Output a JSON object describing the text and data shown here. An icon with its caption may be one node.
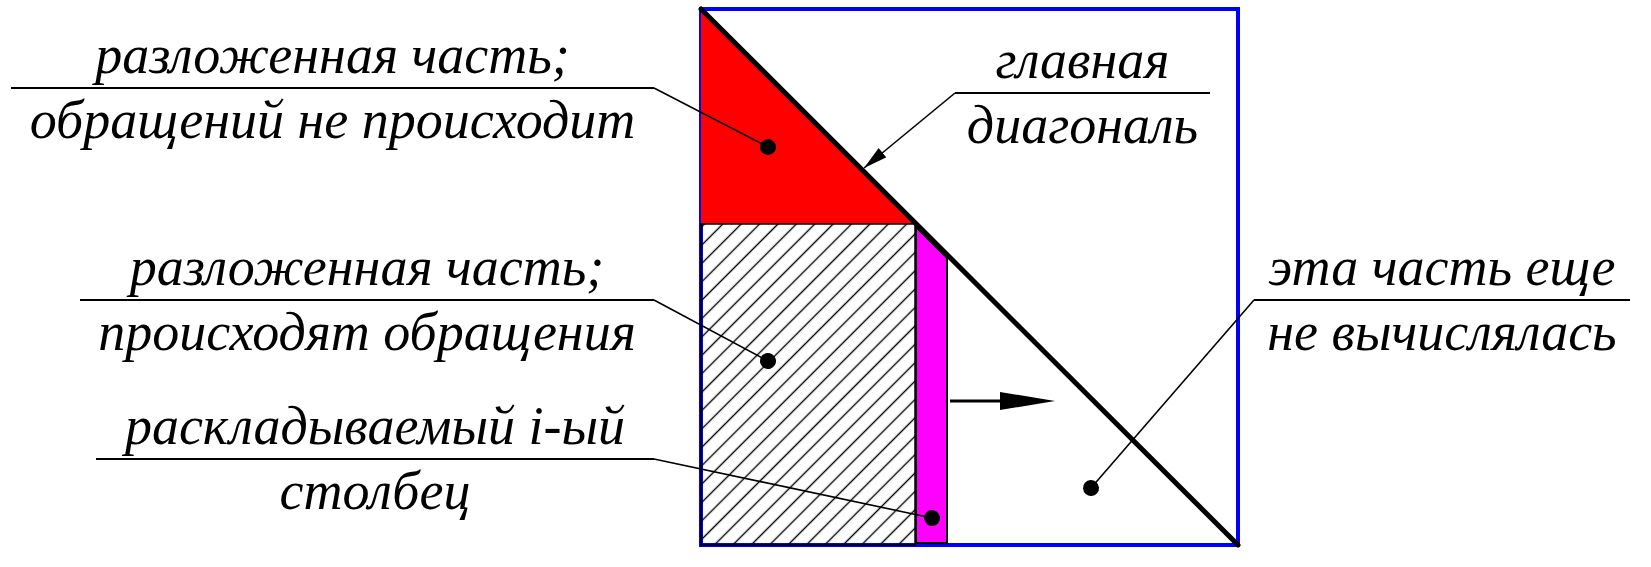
{
  "diagram": {
    "nodes": [
      {
        "text": [
          "разложенная часть; обращений не происходит"
        ]
      },
      {
        "text": [],
        "shape": "box"
      },
      {
        "text": [
          "главная диагональ"
        ],
        "in": 1
      },
      {
        "text": [],
        "shape": "triangle",
        "in": 1
      },
      {
        "text": [
          "разложенная часть; происходят обращения"
        ]
      },
      {
        "text": [],
        "shape": "box",
        "in": 1
      },
      {
        "text": [
          "эта часть еще не вычислялась"
        ]
      },
      {
        "text": [
          "раскладываемый i-ый столбец"
        ]
      },
      {
        "text": [],
        "shape": "bar",
        "in": 1
      }
    ],
    "edges": [
      {
        "from": 0,
        "to": 3,
        "arrow": "other"
      },
      {
        "from": 2,
        "to": 1,
        "arrow": "to"
      },
      {
        "from": 4,
        "to": 5,
        "arrow": "other"
      },
      {
        "from": 6,
        "to": null,
        "arrow": "other"
      },
      {
        "from": 7,
        "to": 8,
        "arrow": "other"
      }
    ]
  }
}
